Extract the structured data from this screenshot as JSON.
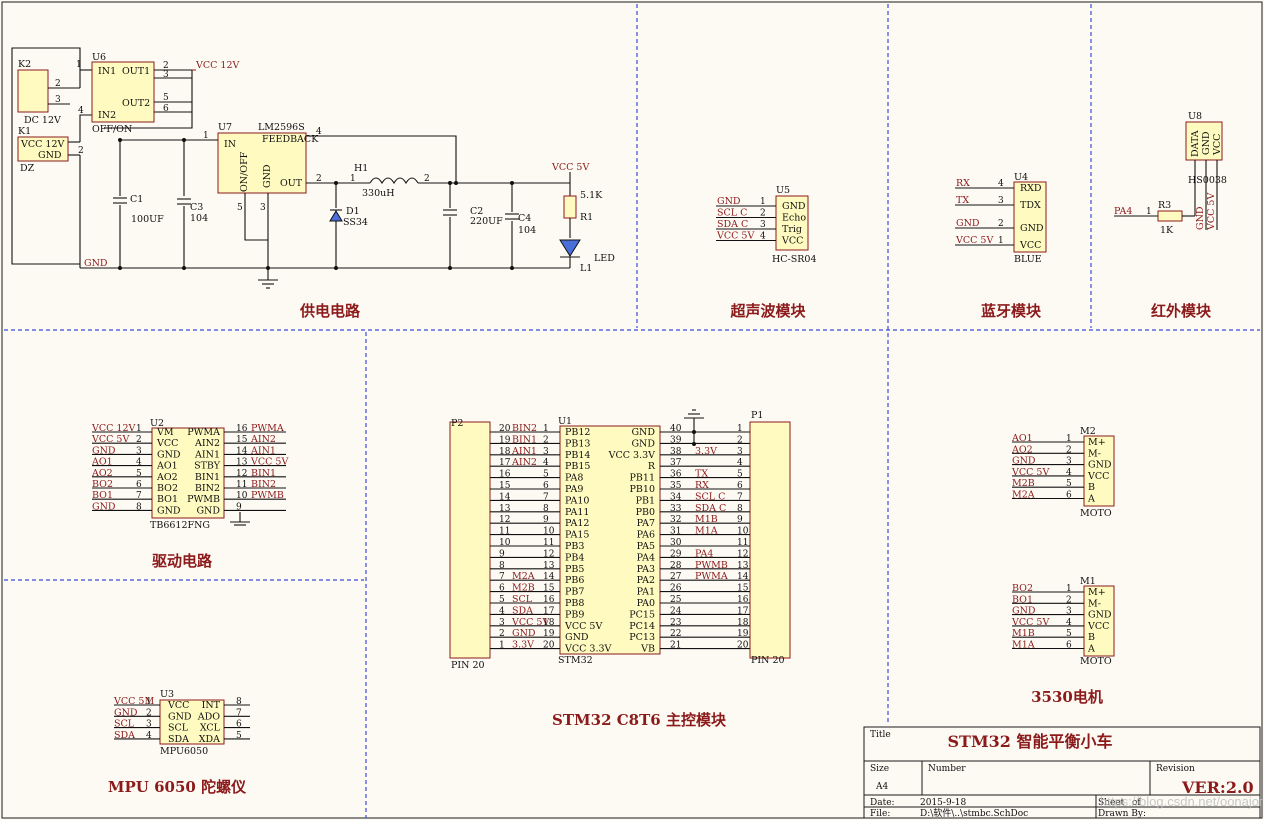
{
  "sections": {
    "power": "供电电路",
    "ultrasonic": "超声波模块",
    "bluetooth": "蓝牙模块",
    "infrared": "红外模块",
    "driver": "驱动电路",
    "mcu": "STM32 C8T6 主控模块",
    "motor": "3530电机",
    "mpu": "MPU 6050 陀螺仪"
  },
  "power": {
    "k2": "K2",
    "k1": "K1",
    "dc12v": "DC 12V",
    "vcc12v_k1": "VCC 12V",
    "gnd_k1": "GND",
    "dz": "DZ",
    "u6": "U6",
    "in1": "IN1",
    "out1": "OUT1",
    "out2": "OUT2",
    "in2": "IN2",
    "offon": "OFF/ON",
    "vcc12v": "VCC 12V",
    "u7": "U7",
    "lm": "LM2596S",
    "in": "IN",
    "feedback": "FEEDBACK",
    "onoff": "ON/OFF",
    "gnd": "GND",
    "out": "OUT",
    "h1": "H1",
    "inductor": "330uH",
    "c1": "C1",
    "c1v": "100UF",
    "c3": "C3",
    "c3v": "104",
    "d1": "D1",
    "d1v": "SS34",
    "c2": "C2",
    "c2v": "220UF",
    "c4": "C4",
    "c4v": "104",
    "vcc5v": "VCC 5V",
    "r1": "R1",
    "r1v": "5.1K",
    "led": "LED",
    "l1": "L1",
    "gnd_net": "GND"
  },
  "ultrasonic": {
    "ref": "U5",
    "part": "HC-SR04",
    "pins": [
      "GND",
      "Echo",
      "Trig",
      "VCC"
    ],
    "nets": [
      "GND",
      "SCL C",
      "SDA C",
      "VCC 5V"
    ]
  },
  "bluetooth": {
    "ref": "U4",
    "part": "BLUE",
    "pins": [
      "RXD",
      "TDX",
      "GND",
      "VCC"
    ],
    "nets": [
      "RX",
      "TX",
      "GND",
      "VCC 5V"
    ],
    "nums": [
      "4",
      "3",
      "2",
      "1"
    ]
  },
  "infrared": {
    "ref": "U8",
    "part": "HS0038",
    "pins": [
      "DATA",
      "GND",
      "VCC"
    ],
    "nets": [
      "GND",
      "VCC 5V"
    ],
    "pa4": "PA4",
    "r3": "R3",
    "r3v": "1K"
  },
  "driver": {
    "ref": "U2",
    "part": "TB6612FNG",
    "left": [
      {
        "n": "1",
        "net": "VCC 12V",
        "pin": "VM"
      },
      {
        "n": "2",
        "net": "VCC 5V",
        "pin": "VCC"
      },
      {
        "n": "3",
        "net": "GND",
        "pin": "GND"
      },
      {
        "n": "4",
        "net": "AO1",
        "pin": "AO1"
      },
      {
        "n": "5",
        "net": "AO2",
        "pin": "AO2"
      },
      {
        "n": "6",
        "net": "BO2",
        "pin": "BO2"
      },
      {
        "n": "7",
        "net": "BO1",
        "pin": "BO1"
      },
      {
        "n": "8",
        "net": "GND",
        "pin": "GND"
      }
    ],
    "right": [
      {
        "n": "16",
        "net": "PWMA",
        "pin": "PWMA"
      },
      {
        "n": "15",
        "net": "AIN2",
        "pin": "AIN2"
      },
      {
        "n": "14",
        "net": "AIN1",
        "pin": "AIN1"
      },
      {
        "n": "13",
        "net": "VCC 5V",
        "pin": "STBY"
      },
      {
        "n": "12",
        "net": "BIN1",
        "pin": "BIN1"
      },
      {
        "n": "11",
        "net": "BIN2",
        "pin": "BIN2"
      },
      {
        "n": "10",
        "net": "PWMB",
        "pin": "PWMB"
      },
      {
        "n": "9",
        "net": "",
        "pin": "GND"
      }
    ]
  },
  "mcu": {
    "u1": "U1",
    "part": "STM32",
    "p1": "P1",
    "p2": "P2",
    "pin20": "PIN 20",
    "left": [
      {
        "n": "1",
        "pin": "PB12",
        "net": "BIN2",
        "p2": "20"
      },
      {
        "n": "2",
        "pin": "PB13",
        "net": "BIN1",
        "p2": "19"
      },
      {
        "n": "3",
        "pin": "PB14",
        "net": "AIN1",
        "p2": "18"
      },
      {
        "n": "4",
        "pin": "PB15",
        "net": "AIN2",
        "p2": "17"
      },
      {
        "n": "5",
        "pin": "PA8",
        "net": "",
        "p2": "16"
      },
      {
        "n": "6",
        "pin": "PA9",
        "net": "",
        "p2": "15"
      },
      {
        "n": "7",
        "pin": "PA10",
        "net": "",
        "p2": "14"
      },
      {
        "n": "8",
        "pin": "PA11",
        "net": "",
        "p2": "13"
      },
      {
        "n": "9",
        "pin": "PA12",
        "net": "",
        "p2": "12"
      },
      {
        "n": "10",
        "pin": "PA15",
        "net": "",
        "p2": "11"
      },
      {
        "n": "11",
        "pin": "PB3",
        "net": "",
        "p2": "10"
      },
      {
        "n": "12",
        "pin": "PB4",
        "net": "",
        "p2": "9"
      },
      {
        "n": "13",
        "pin": "PB5",
        "net": "",
        "p2": "8"
      },
      {
        "n": "14",
        "pin": "PB6",
        "net": "M2A",
        "p2": "7"
      },
      {
        "n": "15",
        "pin": "PB7",
        "net": "M2B",
        "p2": "6"
      },
      {
        "n": "16",
        "pin": "PB8",
        "net": "SCL",
        "p2": "5"
      },
      {
        "n": "17",
        "pin": "PB9",
        "net": "SDA",
        "p2": "4"
      },
      {
        "n": "18",
        "pin": "VCC 5V",
        "net": "VCC 5V",
        "p2": "3"
      },
      {
        "n": "19",
        "pin": "GND",
        "net": "GND",
        "p2": "2"
      },
      {
        "n": "20",
        "pin": "VCC 3.3V",
        "net": "3.3V",
        "p2": "1"
      }
    ],
    "right": [
      {
        "n": "40",
        "pin": "GND",
        "net": "",
        "p1": "1"
      },
      {
        "n": "39",
        "pin": "GND",
        "net": "",
        "p1": "2"
      },
      {
        "n": "38",
        "pin": "VCC 3.3V",
        "net": "3.3V",
        "p1": "3"
      },
      {
        "n": "37",
        "pin": "R",
        "net": "",
        "p1": "4"
      },
      {
        "n": "36",
        "pin": "PB11",
        "net": "TX",
        "p1": "5"
      },
      {
        "n": "35",
        "pin": "PB10",
        "net": "RX",
        "p1": "6"
      },
      {
        "n": "34",
        "pin": "PB1",
        "net": "SCL C",
        "p1": "7"
      },
      {
        "n": "33",
        "pin": "PB0",
        "net": "SDA C",
        "p1": "8"
      },
      {
        "n": "32",
        "pin": "PA7",
        "net": "M1B",
        "p1": "9"
      },
      {
        "n": "31",
        "pin": "PA6",
        "net": "M1A",
        "p1": "10"
      },
      {
        "n": "30",
        "pin": "PA5",
        "net": "",
        "p1": "11"
      },
      {
        "n": "29",
        "pin": "PA4",
        "net": "PA4",
        "p1": "12"
      },
      {
        "n": "28",
        "pin": "PA3",
        "net": "PWMB",
        "p1": "13"
      },
      {
        "n": "27",
        "pin": "PA2",
        "net": "PWMA",
        "p1": "14"
      },
      {
        "n": "26",
        "pin": "PA1",
        "net": "",
        "p1": "15"
      },
      {
        "n": "25",
        "pin": "PA0",
        "net": "",
        "p1": "16"
      },
      {
        "n": "24",
        "pin": "PC15",
        "net": "",
        "p1": "17"
      },
      {
        "n": "23",
        "pin": "PC14",
        "net": "",
        "p1": "18"
      },
      {
        "n": "22",
        "pin": "PC13",
        "net": "",
        "p1": "19"
      },
      {
        "n": "21",
        "pin": "VB",
        "net": "",
        "p1": "20"
      }
    ]
  },
  "motors": {
    "pins": [
      "M+",
      "M-",
      "GND",
      "VCC",
      "B",
      "A"
    ],
    "part": "MOTO",
    "m2": {
      "ref": "M2",
      "nets": [
        "AO1",
        "AO2",
        "GND",
        "VCC 5V",
        "M2B",
        "M2A"
      ]
    },
    "m1": {
      "ref": "M1",
      "nets": [
        "BO2",
        "BO1",
        "GND",
        "VCC 5V",
        "M1B",
        "M1A"
      ]
    }
  },
  "mpu": {
    "ref": "U3",
    "part": "MPU6050",
    "left": [
      {
        "n": "1",
        "net": "VCC 5M",
        "pin": "VCC"
      },
      {
        "n": "2",
        "net": "GND",
        "pin": "GND"
      },
      {
        "n": "3",
        "net": "SCL",
        "pin": "SCL"
      },
      {
        "n": "4",
        "net": "SDA",
        "pin": "SDA"
      }
    ],
    "right": [
      {
        "n": "8",
        "pin": "INT"
      },
      {
        "n": "7",
        "pin": "ADO"
      },
      {
        "n": "6",
        "pin": "XCL"
      },
      {
        "n": "5",
        "pin": "XDA"
      }
    ]
  },
  "titleblock": {
    "title_label": "Title",
    "title": "STM32 智能平衡小车",
    "size_label": "Size",
    "size": "A4",
    "number_label": "Number",
    "revision_label": "Revision",
    "revision": "VER:2.0",
    "date_label": "Date:",
    "date": "2015-9-18",
    "sheet_label": "Sheet",
    "of_label": "of",
    "file_label": "File:",
    "file": "D:\\软件\\..\\stmbc.SchDoc",
    "drawnby_label": "Drawn By:"
  },
  "watermark": "https://blog.csdn.net/oonajor"
}
